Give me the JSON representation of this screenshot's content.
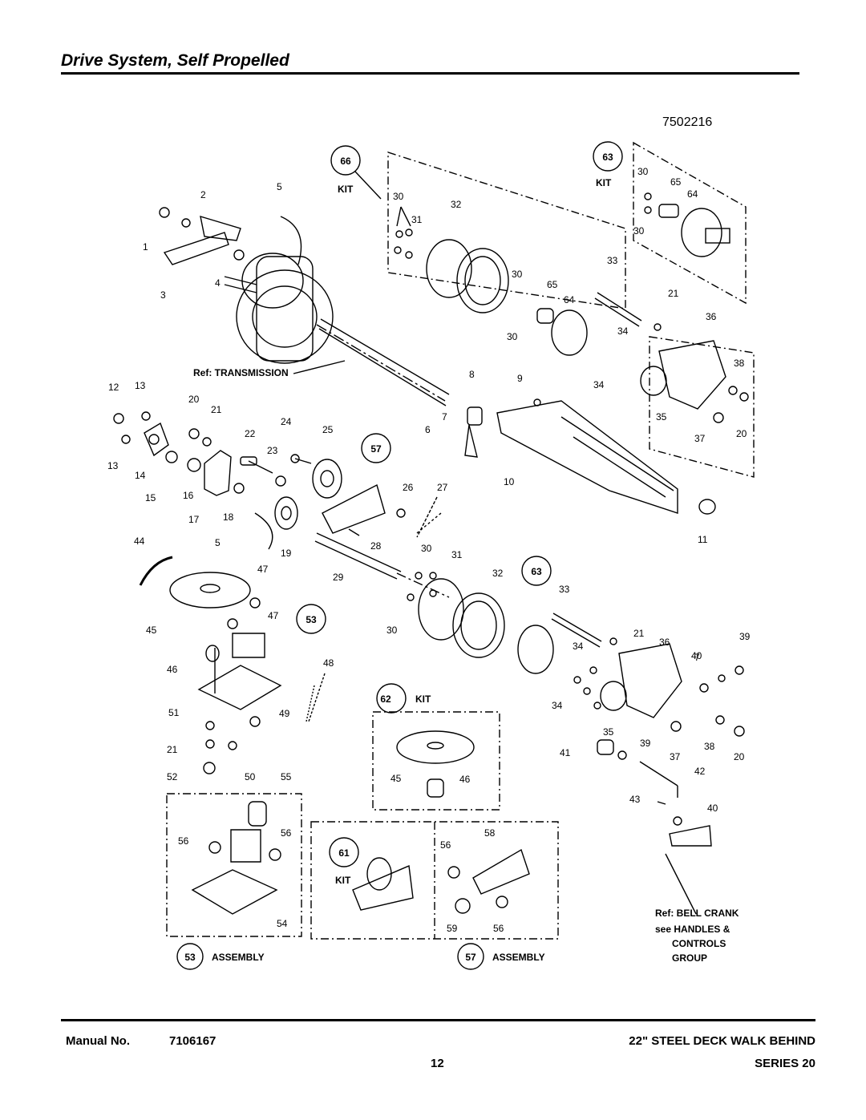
{
  "header": {
    "title": "Drive System, Self Propelled",
    "figure_number": "7502216"
  },
  "callouts": {
    "kit_66": "66",
    "kit_63": "63",
    "asm_57": "57",
    "kit_63b": "63",
    "asm_53": "53",
    "kit_62": "62",
    "kit_61": "61",
    "asm_53_footer": "53",
    "asm_57_footer": "57",
    "kit_label": "KIT",
    "assembly_label": "ASSEMBLY"
  },
  "references": {
    "transmission": "Ref: TRANSMISSION",
    "bell_crank_1": "Ref: BELL CRANK",
    "bell_crank_2": "see HANDLES &",
    "bell_crank_3": "CONTROLS",
    "bell_crank_4": "GROUP"
  },
  "part_numbers": {
    "p1": "1",
    "p2": "2",
    "p3": "3",
    "p4": "4",
    "p5a": "5",
    "p5b": "5",
    "p6": "6",
    "p7a": "7",
    "p7b": "7",
    "p8": "8",
    "p9": "9",
    "p10": "10",
    "p11": "11",
    "p12": "12",
    "p13a": "13",
    "p13b": "13",
    "p14": "14",
    "p15": "15",
    "p16": "16",
    "p17": "17",
    "p18": "18",
    "p19": "19",
    "p20a": "20",
    "p20b": "20",
    "p20c": "20",
    "p21a": "21",
    "p21b": "21",
    "p21c": "21",
    "p21d": "21",
    "p22": "22",
    "p23": "23",
    "p24": "24",
    "p25": "25",
    "p26": "26",
    "p27": "27",
    "p28": "28",
    "p29": "29",
    "p30a": "30",
    "p30b": "30",
    "p30c": "30",
    "p30d": "30",
    "p30e": "30",
    "p30f": "30",
    "p30g": "30",
    "p31a": "31",
    "p31b": "31",
    "p32a": "32",
    "p32b": "32",
    "p33a": "33",
    "p33b": "33",
    "p34a": "34",
    "p34b": "34",
    "p34c": "34",
    "p34d": "34",
    "p35a": "35",
    "p35b": "35",
    "p36a": "36",
    "p36b": "36",
    "p37a": "37",
    "p37b": "37",
    "p38a": "38",
    "p38b": "38",
    "p39a": "39",
    "p39b": "39",
    "p40a": "40",
    "p40b": "40",
    "p41": "41",
    "p42": "42",
    "p43": "43",
    "p44": "44",
    "p45a": "45",
    "p45b": "45",
    "p46a": "46",
    "p46b": "46",
    "p47a": "47",
    "p47b": "47",
    "p48": "48",
    "p49": "49",
    "p50": "50",
    "p51": "51",
    "p52": "52",
    "p54": "54",
    "p55": "55",
    "p56a": "56",
    "p56b": "56",
    "p56c": "56",
    "p56d": "56",
    "p58": "58",
    "p59": "59",
    "p64a": "64",
    "p64b": "64",
    "p65a": "65",
    "p65b": "65"
  },
  "footer": {
    "manual_label": "Manual No.",
    "manual_number": "7106167",
    "page_number": "12",
    "product": "22\" STEEL DECK WALK BEHIND",
    "series": "SERIES 20"
  }
}
